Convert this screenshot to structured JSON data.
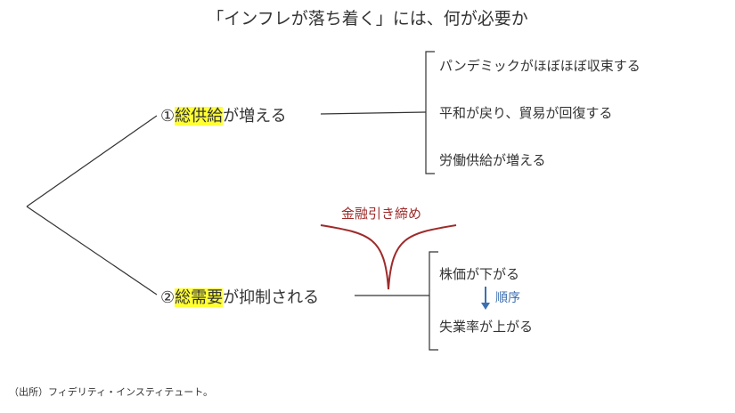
{
  "title": "「インフレが落ち着く」には、何が必要か",
  "branch1": {
    "prefix": "①",
    "highlight": "総供給",
    "suffix": "が増える",
    "items": [
      "パンデミックがほぼほぼ収束する",
      "平和が戻り、貿易が回復する",
      "労働供給が増える"
    ]
  },
  "branch2": {
    "prefix": "②",
    "highlight": "総需要",
    "suffix": "が抑制される",
    "items": [
      "株価が下がる",
      "失業率が上がる"
    ],
    "order_label": "順序"
  },
  "financial_tightening": "金融引き締め",
  "source": "（出所）フィデリティ・インスティテュート。",
  "colors": {
    "highlight": "#ffff33",
    "tightening": "#9e2b2b",
    "order_arrow": "#3c6fb0",
    "text": "#333333"
  }
}
